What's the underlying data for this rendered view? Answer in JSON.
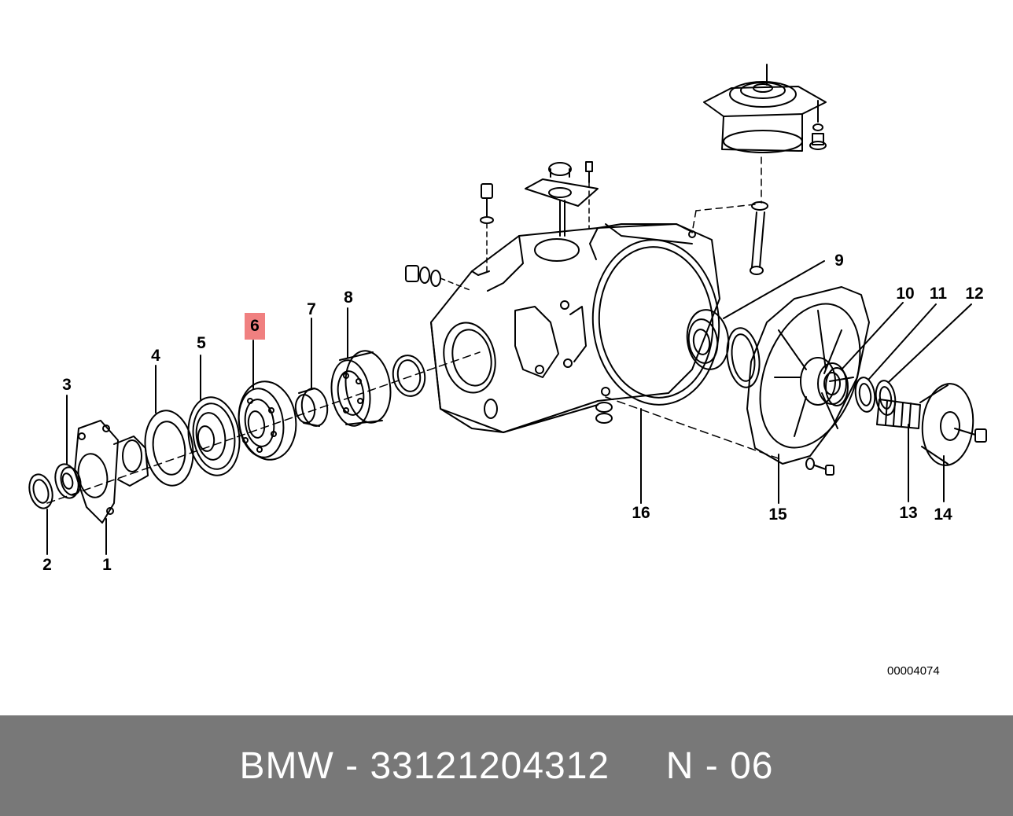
{
  "diagram": {
    "highlighted_part": "6",
    "reference_code": "00004074",
    "callouts": [
      {
        "id": "c1",
        "label": "1"
      },
      {
        "id": "c2",
        "label": "2"
      },
      {
        "id": "c3",
        "label": "3"
      },
      {
        "id": "c4",
        "label": "4"
      },
      {
        "id": "c5",
        "label": "5"
      },
      {
        "id": "c6",
        "label": "6"
      },
      {
        "id": "c7",
        "label": "7"
      },
      {
        "id": "c8",
        "label": "8"
      },
      {
        "id": "c9",
        "label": "9"
      },
      {
        "id": "c10",
        "label": "10"
      },
      {
        "id": "c11",
        "label": "11"
      },
      {
        "id": "c12",
        "label": "12"
      },
      {
        "id": "c13",
        "label": "13"
      },
      {
        "id": "c14",
        "label": "14"
      },
      {
        "id": "c15",
        "label": "15"
      },
      {
        "id": "c16",
        "label": "16"
      }
    ]
  },
  "footer": {
    "brand": "BMW",
    "part_number": "33121204312",
    "diagram_code": "N - 06",
    "text": "BMW - 33121204312     N - 06"
  },
  "colors": {
    "line": "#000000",
    "highlight": "#f08080",
    "footer_bg": "#787878",
    "footer_text": "#ffffff"
  }
}
